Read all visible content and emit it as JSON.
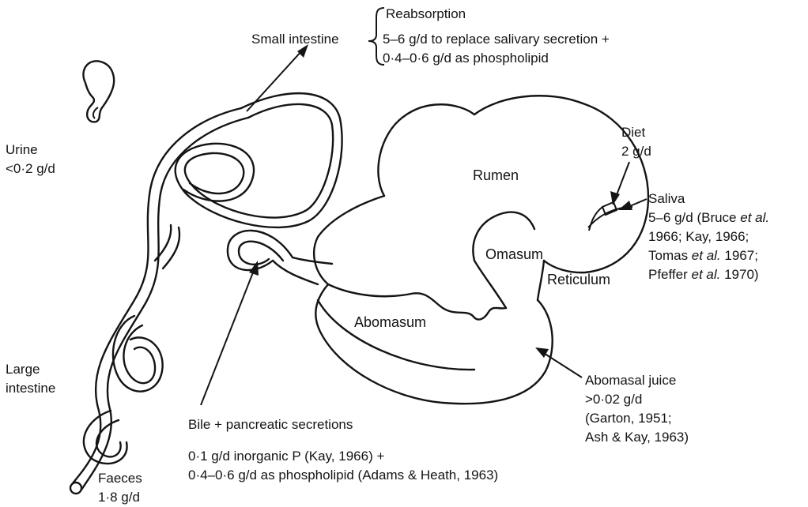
{
  "small_intestine": {
    "name": "Small intestine",
    "reabsorption": "Reabsorption",
    "line1": "5–6 g/d to replace salivary secretion +",
    "line2": "0·4–0·6 g/d as phospholipid"
  },
  "urine": {
    "name": "Urine",
    "value": "<0·2 g/d"
  },
  "diet": {
    "name": "Diet",
    "value": "2 g/d"
  },
  "rumen": "Rumen",
  "omasum": "Omasum",
  "reticulum": "Reticulum",
  "abomasum": "Abomasum",
  "saliva": {
    "name": "Saliva",
    "line1_a": "5–6 g/d (Bruce ",
    "line1_em": "et al.",
    "line2": "1966; Kay, 1966;",
    "line3_a": "Tomas ",
    "line3_em": "et al.",
    "line3_b": " 1967;",
    "line4_a": "Pfeffer ",
    "line4_em": "et al.",
    "line4_b": " 1970)"
  },
  "abomasal_juice": {
    "name": "Abomasal juice",
    "value": ">0·02 g/d",
    "ref1": "(Garton, 1951;",
    "ref2": "Ash & Kay, 1963)"
  },
  "large_intestine": {
    "line1": "Large",
    "line2": "intestine"
  },
  "bile": {
    "name": "Bile + pancreatic secretions",
    "line1": "0·1 g/d inorganic P (Kay, 1966) +",
    "line2": "0·4–0·6 g/d as phospholipid (Adams & Heath, 1963)"
  },
  "faeces": {
    "name": "Faeces",
    "value": "1·8 g/d"
  }
}
